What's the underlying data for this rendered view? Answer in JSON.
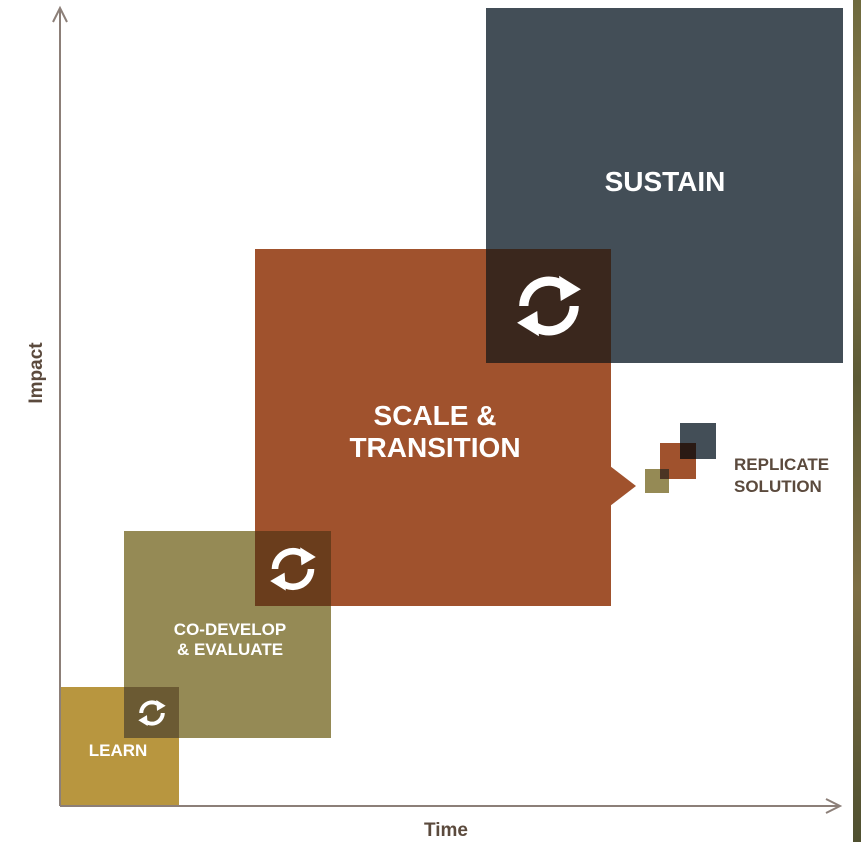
{
  "axes": {
    "x_label": "Time",
    "y_label": "Impact"
  },
  "stages": {
    "learn": "LEARN",
    "codevelop_line1": "CO-DEVELOP",
    "codevelop_line2": "& EVALUATE",
    "scale_line1": "SCALE &",
    "scale_line2": "TRANSITION",
    "sustain": "SUSTAIN"
  },
  "replicate": {
    "line1": "REPLICATE",
    "line2": "SOLUTION"
  },
  "colors": {
    "learn": "#b8963f",
    "codevelop": "#958a55",
    "scale": "#a0522d",
    "sustain": "#434e57",
    "overlap_dark": "#3a271d",
    "axis": "#8c7f78",
    "text_dark": "#5b4a3d"
  },
  "icons": {
    "cycle": "cycle-arrows-icon"
  }
}
